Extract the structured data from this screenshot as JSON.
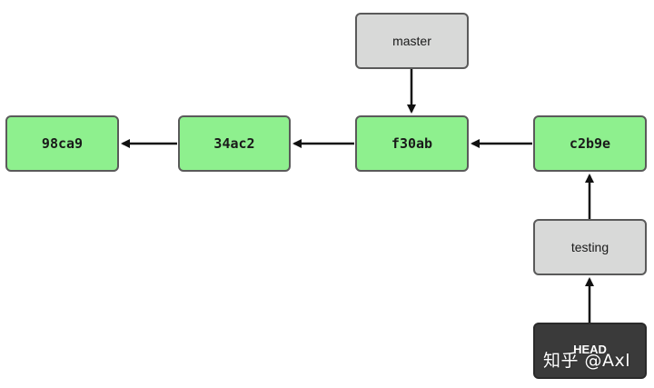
{
  "commits": [
    {
      "id": "98ca9"
    },
    {
      "id": "34ac2"
    },
    {
      "id": "f30ab"
    },
    {
      "id": "c2b9e"
    }
  ],
  "branches": {
    "master": "master",
    "testing": "testing"
  },
  "head": {
    "label": "HEAD"
  },
  "watermark": "知乎 @Axl",
  "colors": {
    "commit_fill": "#8ef08e",
    "branch_fill": "#d8d9d8",
    "head_fill": "#3a3a3a",
    "border": "#5a5a5a",
    "arrow": "#111111"
  }
}
